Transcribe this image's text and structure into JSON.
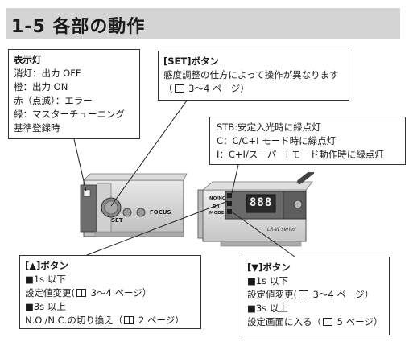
{
  "header": {
    "title": "1-5  各部の動作"
  },
  "indicator_box": {
    "title": "表示灯",
    "lines": [
      "消灯：出力 OFF",
      "橙：出力 ON",
      "赤（点滅）：エラー",
      "緑：マスターチューニング",
      "基準登録時"
    ]
  },
  "set_box": {
    "title": "[SET]ボタン",
    "lines": [
      "感度調整の仕方によって操作が異なります"
    ],
    "ref_text": "3～4 ページ）"
  },
  "stb_box": {
    "lines": [
      "STB:安定入光時に緑点灯",
      "C：C/C+I モード時に緑点灯",
      "I：C+I/スーパーI モード動作時に緑点灯"
    ]
  },
  "up_box": {
    "title": "[▲]ボタン",
    "item1": "■1s 以下",
    "item1_desc": "設定値変更(",
    "item1_ref": "3～4 ページ）",
    "item2": "■3s 以上",
    "item2_desc": "N.O./N.C.の切り換え（",
    "item2_ref": "2 ページ）"
  },
  "down_box": {
    "title": "[▼]ボタン",
    "item1": "■1s 以下",
    "item1_desc": "設定値変更(",
    "item1_ref": "3～4 ページ）",
    "item2": "■3s 以上",
    "item2_desc": "設定画面に入る（",
    "item2_ref": "5 ページ）"
  },
  "device_front": {
    "focus_label": "FOCUS",
    "set_label": "SET"
  },
  "device_side": {
    "no_nc_label": "NO/NC",
    "dn_label": "Dn",
    "mode_label": "MODE",
    "display_value": "888",
    "series_label": "LR-W series"
  }
}
